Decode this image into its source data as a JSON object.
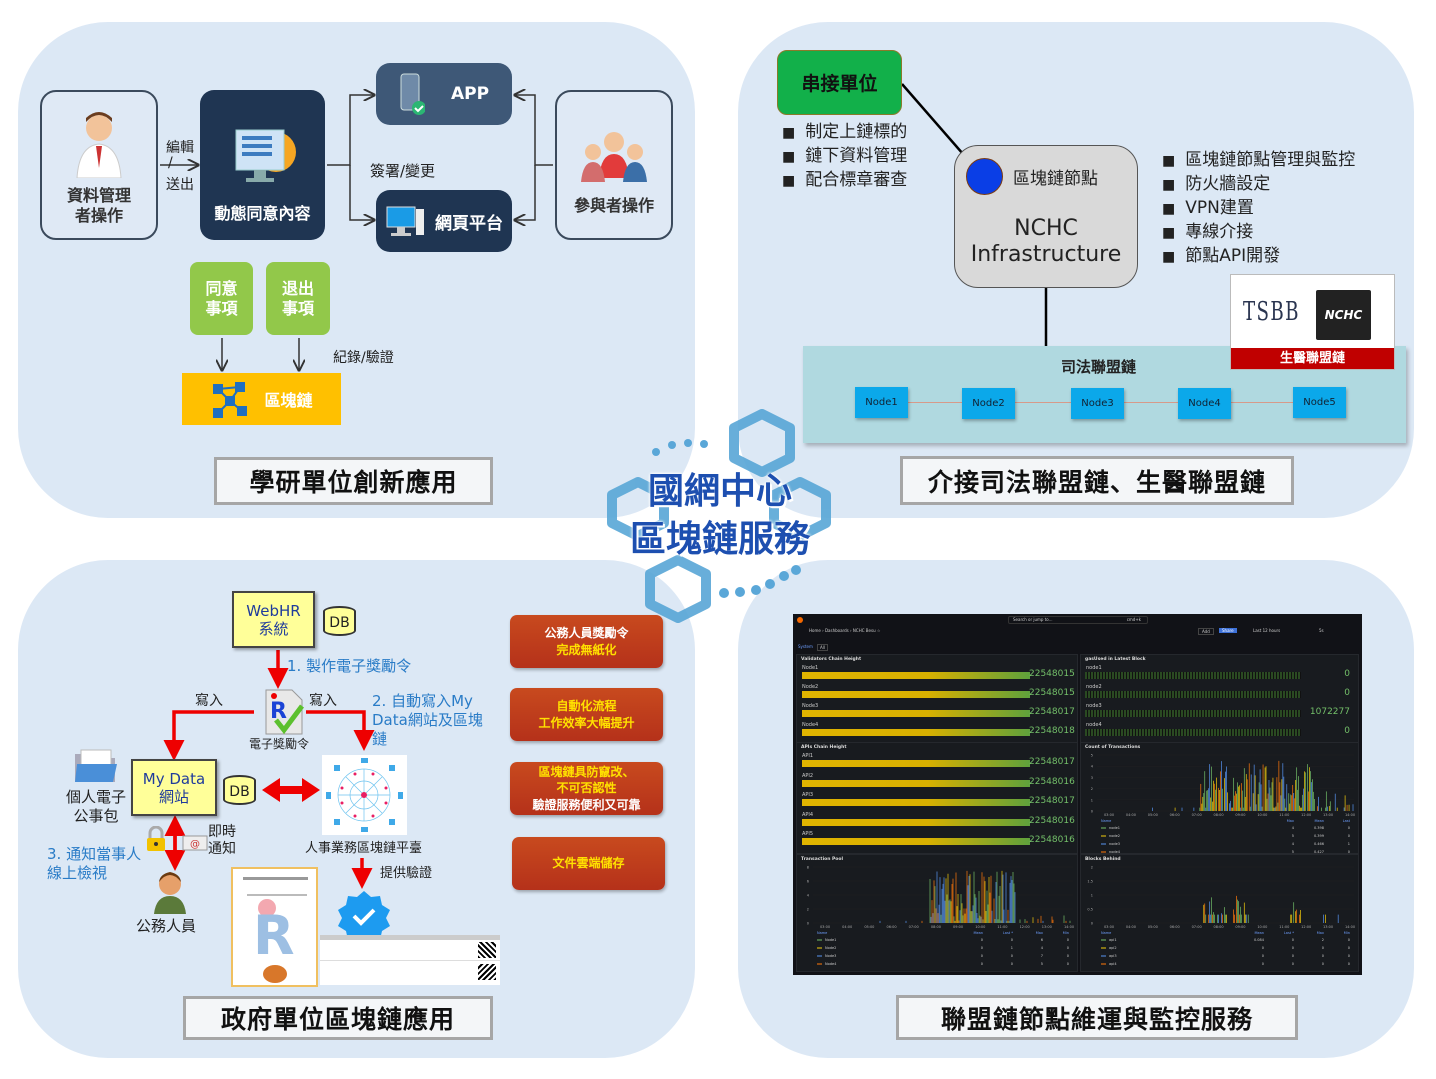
{
  "center_logo": {
    "line1": "國網中心",
    "line2": "區塊鏈服務"
  },
  "q1": {
    "title": "學研單位創新應用",
    "data_manager": "資料管理者操作",
    "edit_send": {
      "top": "編輯",
      "sep": "/",
      "bottom": "送出"
    },
    "dynamic_consent": "動態同意內容",
    "app": "APP",
    "web": "網頁平台",
    "sign_change": "簽署/變更",
    "participant": "參與者操作",
    "consent": "同意事項",
    "withdraw": "退出事項",
    "record_verify": "紀錄/驗證",
    "blockchain": "區塊鏈"
  },
  "q2": {
    "title": "介接司法聯盟鏈、生醫聯盟鏈",
    "connector": "串接單位",
    "connector_items": [
      "制定上鏈標的",
      "鏈下資料管理",
      "配合標章審查"
    ],
    "node_label": "區塊鏈節點",
    "infra_line1": "NCHC",
    "infra_line2": "Infrastructure",
    "infra_items": [
      "區塊鏈節點管理與監控",
      "防火牆設定",
      "VPN建置",
      "專線介接",
      "節點API開發"
    ],
    "judicial_chain": "司法聯盟鏈",
    "nodes": [
      "Node1",
      "Node2",
      "Node3",
      "Node4",
      "Node5"
    ],
    "biomed_chain": "生醫聯盟鏈",
    "logo_tsbb": "TSBB",
    "logo_nchc": "NCHC"
  },
  "q3": {
    "title": "政府單位區塊鏈應用",
    "webhr_line1": "WebHR",
    "webhr_line2": "系統",
    "db": "DB",
    "step1": "1. 製作電子獎勵令",
    "write_left": "寫入",
    "write_right": "寫入",
    "eorder": "電子獎勵令",
    "step2": "2. 自動寫入My Data網站及區塊鏈",
    "mydata_line1": "My Data",
    "mydata_line2": "網站",
    "wallet": "個人電子公事包",
    "hr_platform": "人事業務區塊鏈平臺",
    "instant_line1": "即時",
    "instant_line2": "通知",
    "step3": "3. 通知當事人線上檢視",
    "civil_servant": "公務人員",
    "verify": "提供驗證",
    "benefits": [
      {
        "line1": "公務人員獎勵令",
        "line2": "完成無紙化"
      },
      {
        "line1": "自動化流程",
        "line2": "工作效率大幅提升"
      },
      {
        "line1": "區塊鏈具防竄改、",
        "line2": "不可否認性",
        "line3": "驗證服務便利又可靠"
      },
      {
        "line1": "文件雲端儲存"
      }
    ]
  },
  "q4": {
    "title": "聯盟鏈節點維運與監控服務",
    "dashboard": {
      "search_placeholder": "Search or jump to...",
      "shortcut": "cmd+k",
      "breadcrumb": [
        "Home",
        "Dashboards",
        "NCHC Besu"
      ],
      "add": "Add",
      "share": "Share",
      "time_range": "Last 12 hours",
      "refresh": "5s",
      "var_label": "System",
      "var_value": "All",
      "validators": {
        "title": "Validators Chain Height",
        "rows": [
          {
            "name": "Node1",
            "value": "22548015"
          },
          {
            "name": "Node2",
            "value": "22548015"
          },
          {
            "name": "Node3",
            "value": "22548017"
          },
          {
            "name": "Node4",
            "value": "22548018"
          }
        ]
      },
      "gas": {
        "title": "gasUsed in Latest Block",
        "rows": [
          {
            "name": "node1",
            "value": "0"
          },
          {
            "name": "node2",
            "value": "0"
          },
          {
            "name": "node3",
            "value": "1072277"
          },
          {
            "name": "node4",
            "value": "0"
          }
        ]
      },
      "apis": {
        "title": "APIs Chain Height",
        "rows": [
          {
            "name": "API1",
            "value": "22548017"
          },
          {
            "name": "API2",
            "value": "22548016"
          },
          {
            "name": "API3",
            "value": "22548017"
          },
          {
            "name": "API4",
            "value": "22548016"
          },
          {
            "name": "API5",
            "value": "22548016"
          }
        ]
      },
      "time_ticks": [
        "03:00",
        "04:00",
        "05:00",
        "06:00",
        "07:00",
        "08:00",
        "09:00",
        "10:00",
        "11:00",
        "12:00",
        "13:00",
        "14:00"
      ],
      "tx_count": {
        "title": "Count of Transactions",
        "yticks": [
          "5",
          "4",
          "3",
          "2",
          "1",
          "0"
        ],
        "headers": [
          "Name",
          "Max",
          "Mean",
          "Last"
        ],
        "rows": [
          [
            "node1",
            "4",
            "0.398",
            "0"
          ],
          [
            "node2",
            "5",
            "0.399",
            "0"
          ],
          [
            "node3",
            "4",
            "0.466",
            "1"
          ],
          [
            "node4",
            "5",
            "0.427",
            "0"
          ]
        ]
      },
      "tx_pool": {
        "title": "Transaction Pool",
        "yticks": [
          "8",
          "6",
          "4",
          "2",
          "0"
        ],
        "headers": [
          "Name",
          "Mean",
          "Last *",
          "Max",
          "Min"
        ],
        "rows": [
          [
            "Node1",
            "0",
            "0",
            "6",
            "0"
          ],
          [
            "Node2",
            "0",
            "1",
            "4",
            "0"
          ],
          [
            "Node3",
            "0",
            "0",
            "7",
            "0"
          ],
          [
            "Node4",
            "0",
            "0",
            "5",
            "0"
          ]
        ]
      },
      "blocks_behind": {
        "title": "Blocks Behind",
        "yticks": [
          "2",
          "1.5",
          "1",
          "0.5",
          "0"
        ],
        "headers": [
          "Name",
          "Mean",
          "Last *",
          "Max",
          "Min"
        ],
        "rows": [
          [
            "api1",
            "0.084",
            "0",
            "2",
            "0"
          ],
          [
            "api2",
            "0",
            "0",
            "0",
            "0"
          ],
          [
            "api3",
            "0",
            "0",
            "0",
            "0"
          ],
          [
            "api4",
            "0",
            "0",
            "0",
            "0"
          ]
        ]
      },
      "series_colors": [
        "#73bf69",
        "#f2cc0c",
        "#5794f2",
        "#ff780a"
      ]
    }
  }
}
